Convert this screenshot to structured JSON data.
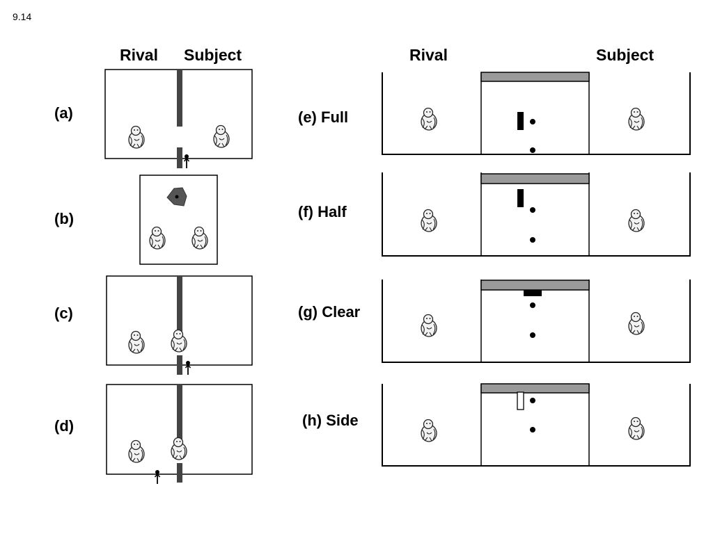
{
  "slide_number": "9.14",
  "left_header": {
    "rival": "Rival",
    "subject": "Subject"
  },
  "right_header": {
    "rival": "Rival",
    "subject": "Subject"
  },
  "panels": [
    {
      "label": "(a)"
    },
    {
      "label": "(b)"
    },
    {
      "label": "(c)"
    },
    {
      "label": "(d)"
    },
    {
      "label": "(e) Full"
    },
    {
      "label": "(f) Half"
    },
    {
      "label": "(g) Clear"
    },
    {
      "label": "(h) Side"
    }
  ],
  "icons": {
    "animal": "monkey-icon",
    "person": "experimenter-icon",
    "food": "food-pellet-icon",
    "barrier": "barrier-icon"
  },
  "colors": {
    "wall": "#000000",
    "divider": "#444444",
    "shelf": "#9a9a9a",
    "animal_fill": "#f2f2f2"
  }
}
